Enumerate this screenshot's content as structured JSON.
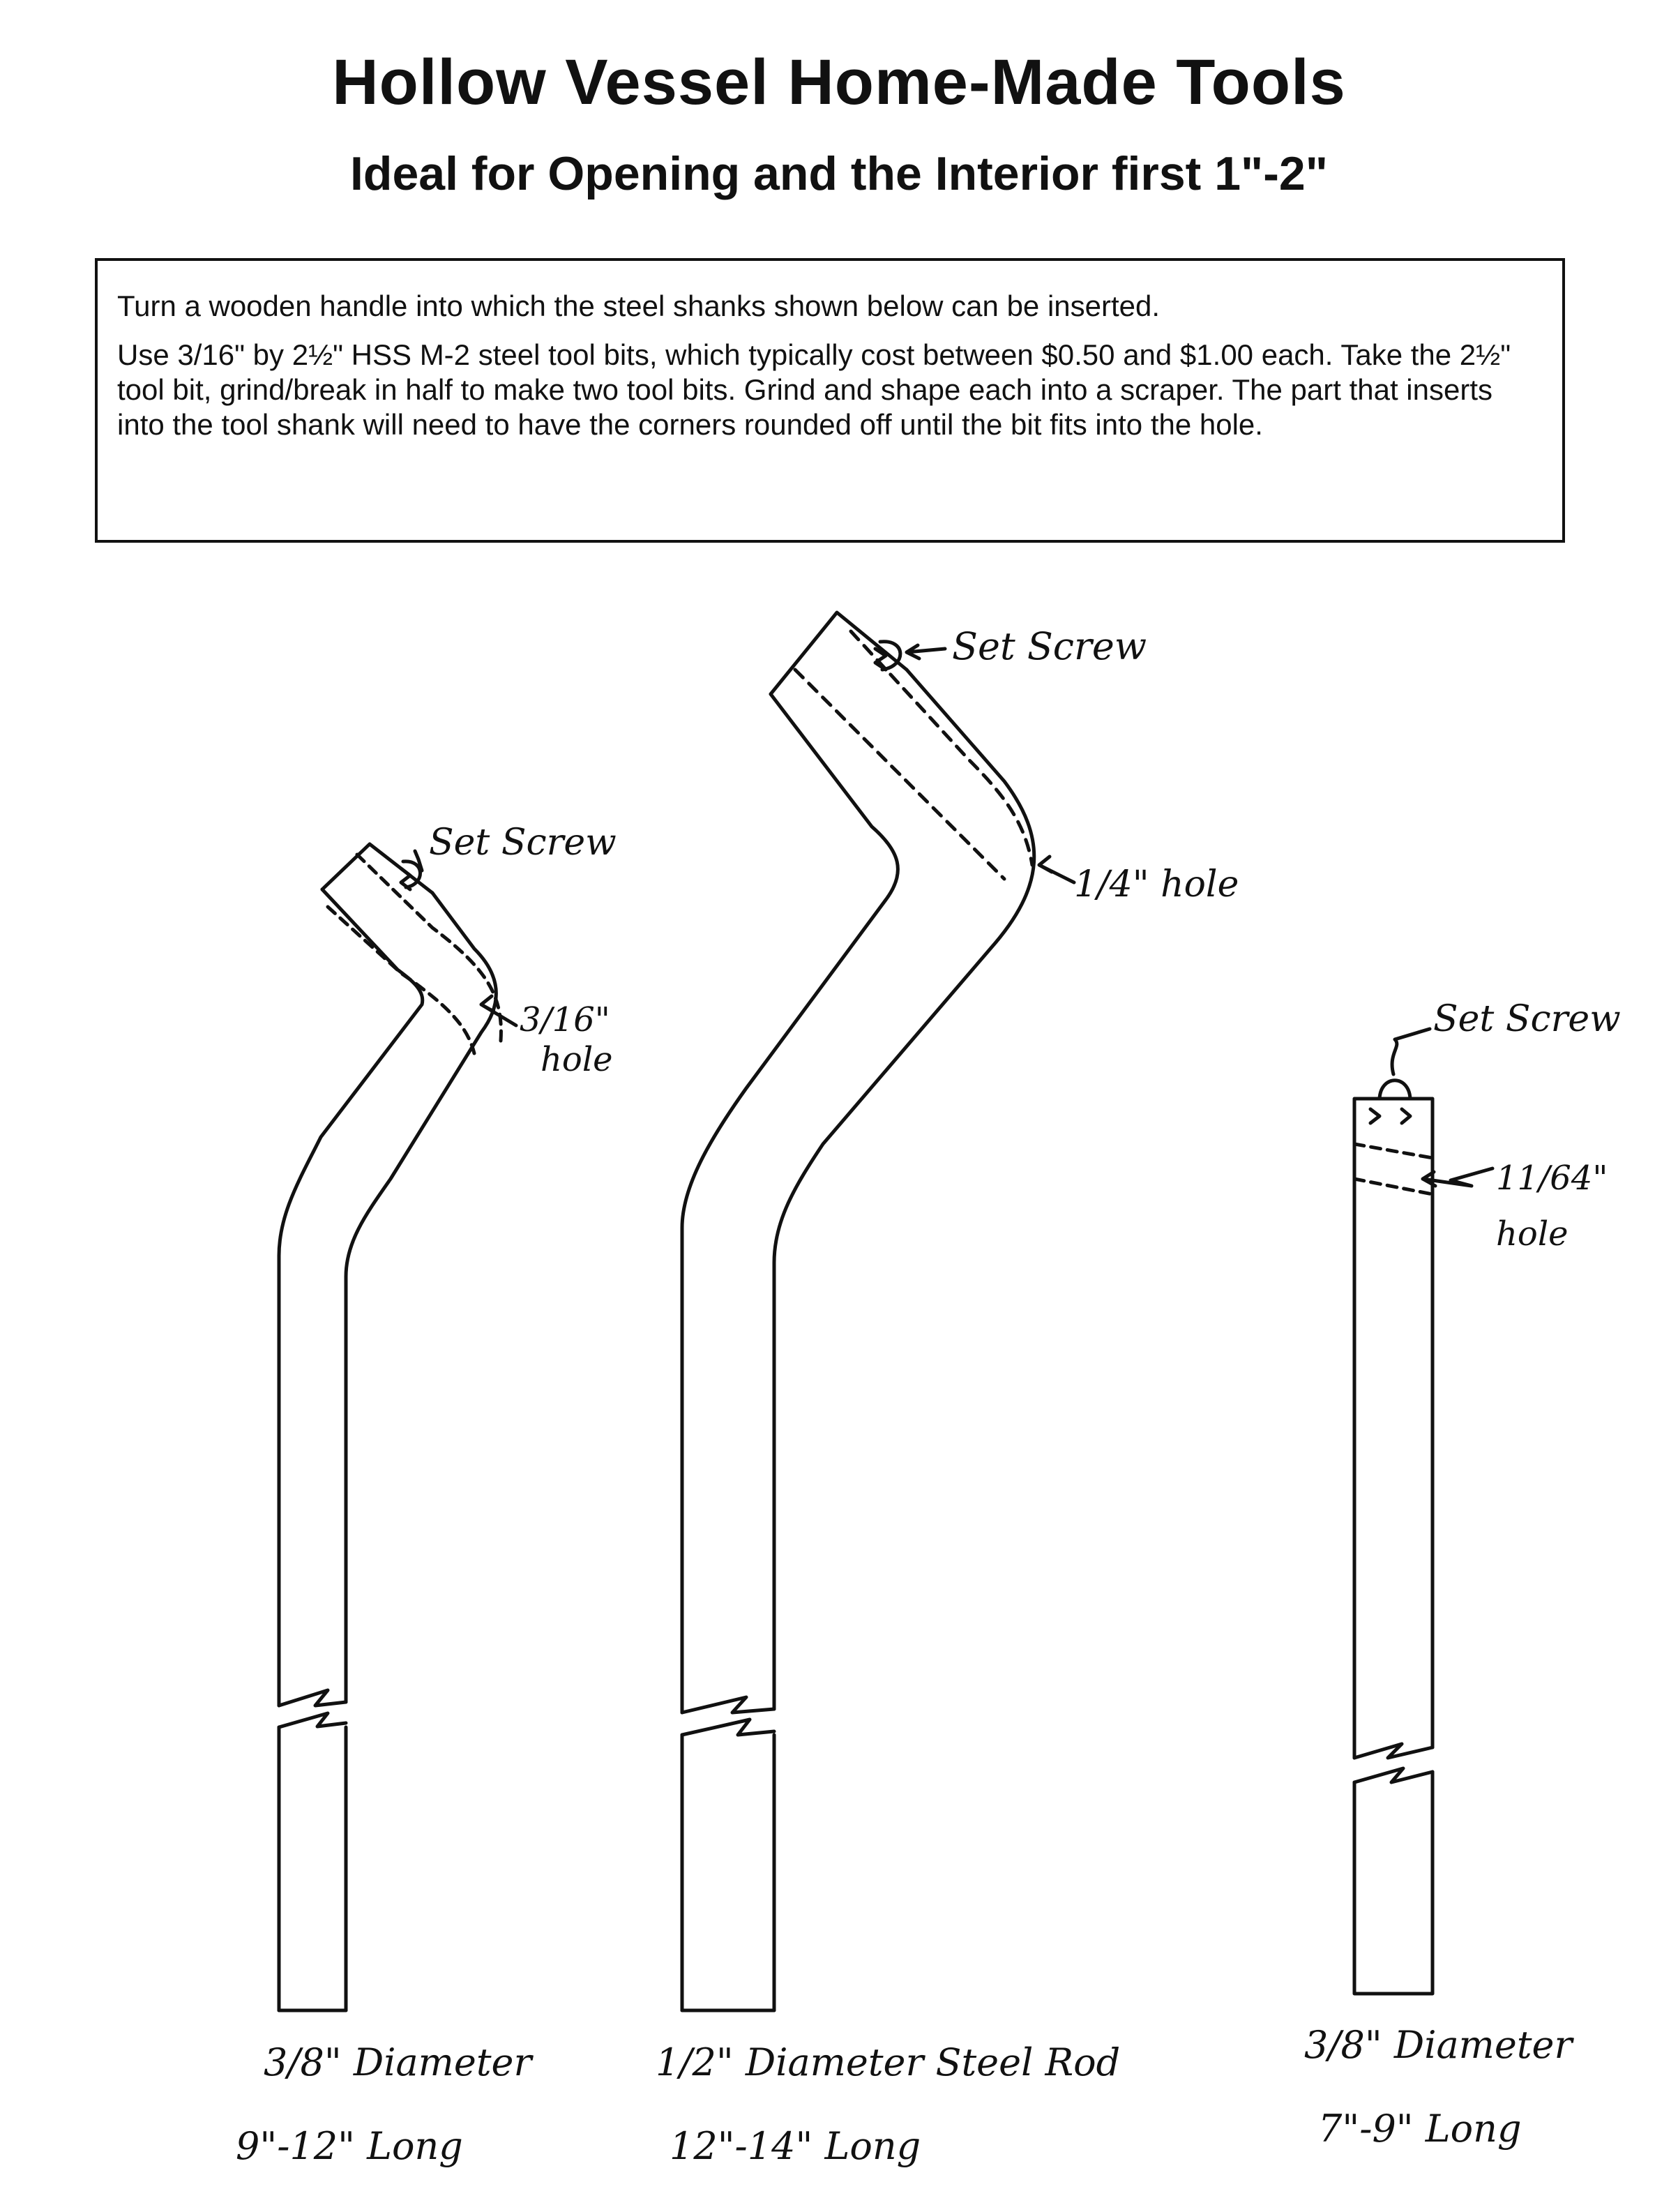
{
  "header": {
    "title": "Hollow Vessel Home-Made Tools",
    "subtitle": "Ideal for Opening and the Interior first 1\"-2\""
  },
  "instructions": {
    "paragraph_1": "Turn a wooden handle into which the steel shanks shown below can be inserted.",
    "paragraph_2": "Use 3/16\" by 2½\" HSS M-2 steel tool bits, which typically cost between $0.50 and $1.00 each. Take the 2½\" tool bit, grind/break in half to make two tool bits.  Grind and shape each into a scraper.  The part that inserts into the tool shank will need to have the corners rounded off until the bit fits into the hole."
  },
  "tools": [
    {
      "set_screw_label": "Set Screw",
      "hole_label_size": "3/16\"",
      "hole_label_word": "hole",
      "caption_line1": "3/8\" Diameter",
      "caption_line2": "9\"-12\" Long"
    },
    {
      "set_screw_label": "Set Screw",
      "hole_label": "1/4\" hole",
      "caption_line1": "1/2\" Diameter Steel Rod",
      "caption_line2": "12\"-14\" Long"
    },
    {
      "set_screw_label": "Set Screw",
      "hole_label_size": "11/64\"",
      "hole_label_word": "hole",
      "caption_line1": "3/8\" Diameter",
      "caption_line2": "7\"-9\" Long"
    }
  ]
}
